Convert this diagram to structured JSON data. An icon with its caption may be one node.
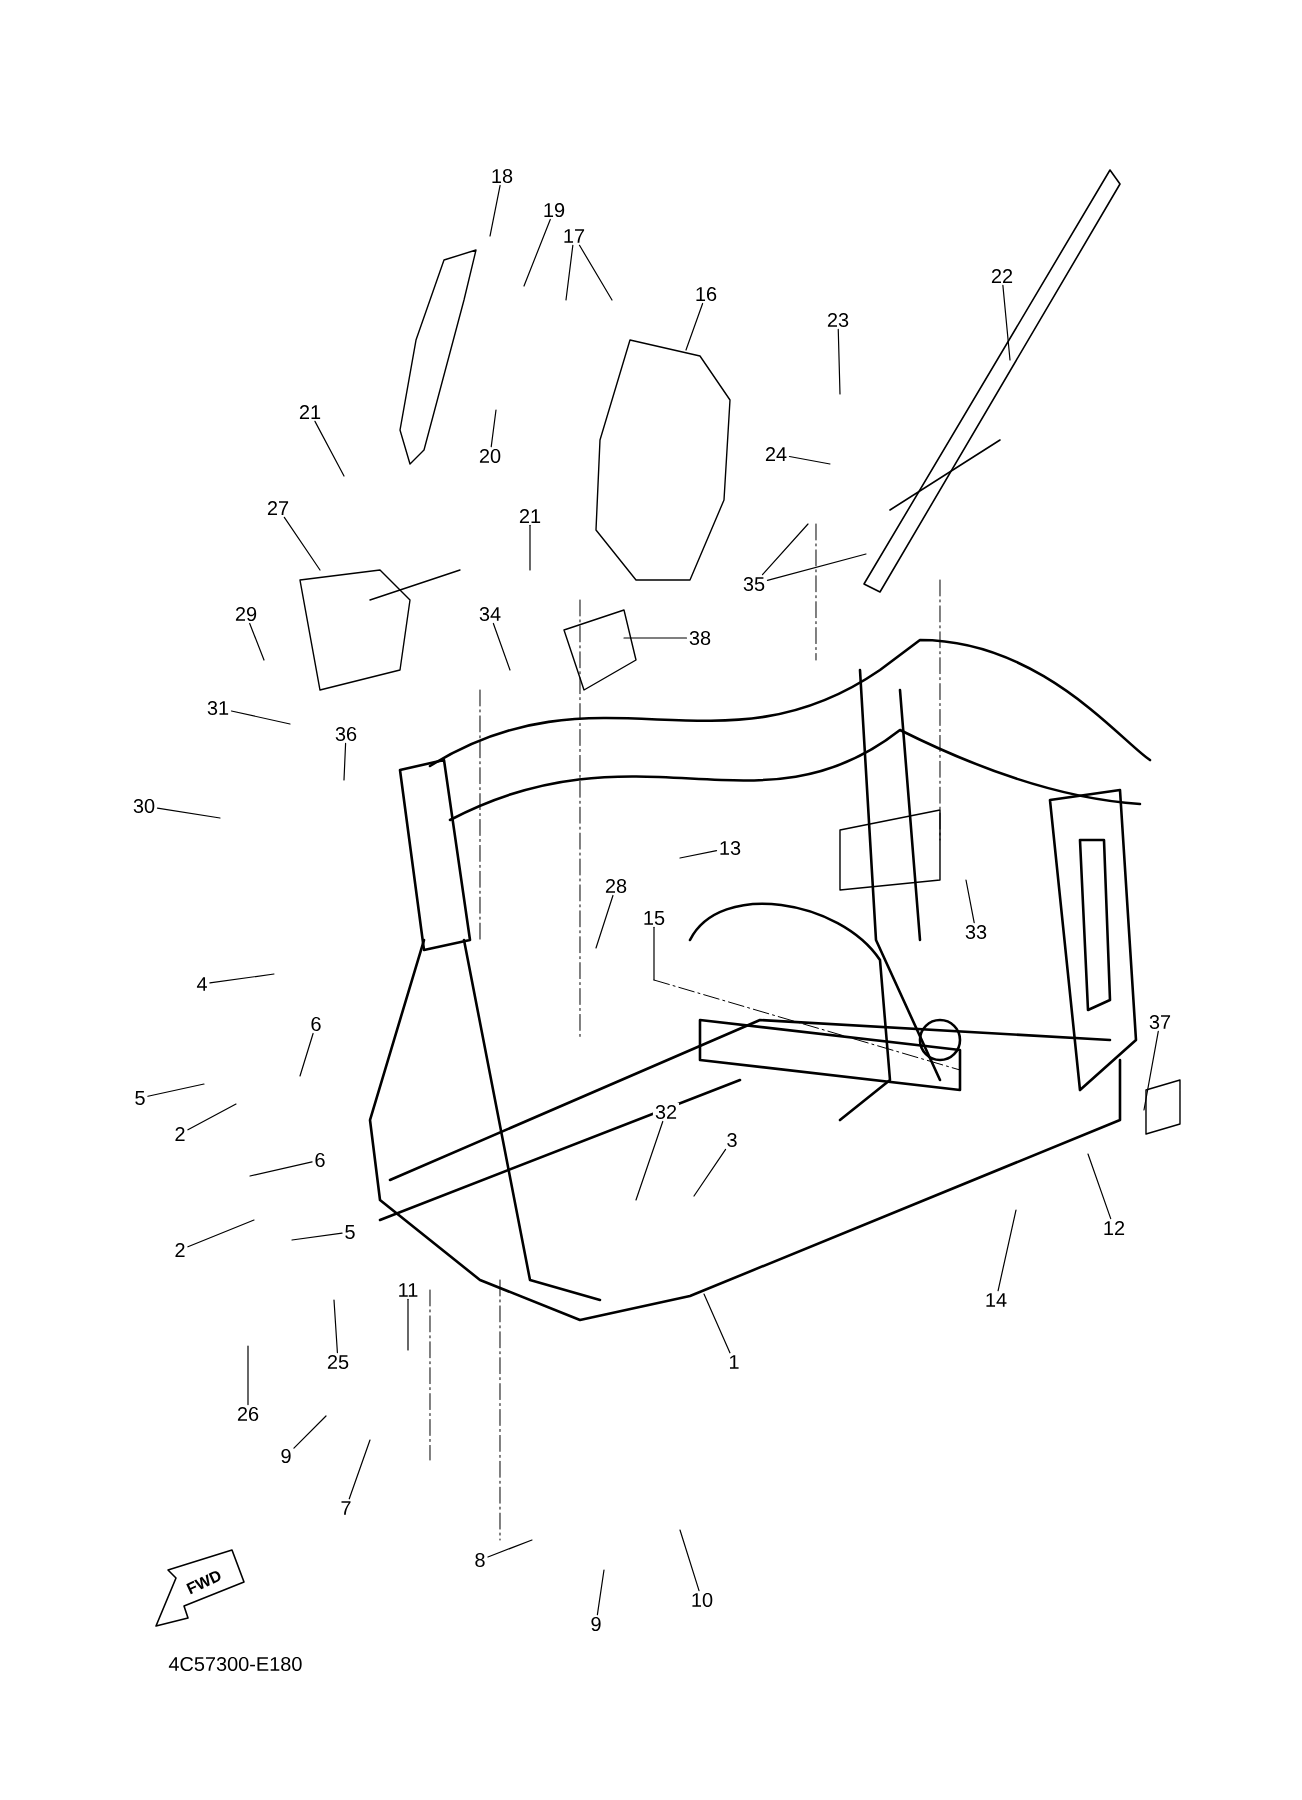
{
  "diagram": {
    "nodes": [
      {
        "text": [
          "18"
        ]
      },
      {
        "text": [
          "19"
        ]
      },
      {
        "text": [
          "17"
        ]
      },
      {
        "text": [
          "16"
        ]
      },
      {
        "text": [
          "22"
        ]
      },
      {
        "text": [
          "23"
        ]
      },
      {
        "text": [
          "21"
        ]
      },
      {
        "text": [
          "20"
        ]
      },
      {
        "text": [
          "24"
        ]
      },
      {
        "text": [
          "27"
        ]
      },
      {
        "text": [
          "21"
        ]
      },
      {
        "text": [
          "35"
        ]
      },
      {
        "text": [
          "29"
        ]
      },
      {
        "text": [
          "34"
        ]
      },
      {
        "text": [
          "38"
        ]
      },
      {
        "text": [
          "31"
        ]
      },
      {
        "text": [
          "36"
        ]
      },
      {
        "text": [
          "30"
        ]
      },
      {
        "text": [
          "13"
        ]
      },
      {
        "text": [
          "28"
        ]
      },
      {
        "text": [
          "33"
        ]
      },
      {
        "text": [
          "15"
        ]
      },
      {
        "text": [
          "4"
        ]
      },
      {
        "text": [
          "37"
        ]
      },
      {
        "text": [
          "6"
        ]
      },
      {
        "text": [
          "5"
        ]
      },
      {
        "text": [
          "2"
        ]
      },
      {
        "text": [
          "32"
        ]
      },
      {
        "text": [
          "3"
        ]
      },
      {
        "text": [
          "6"
        ]
      },
      {
        "text": [
          "12"
        ]
      },
      {
        "text": [
          "2"
        ]
      },
      {
        "text": [
          "5"
        ]
      },
      {
        "text": [
          "25"
        ]
      },
      {
        "text": [
          "11"
        ]
      },
      {
        "text": [
          "14"
        ]
      },
      {
        "text": [
          "1"
        ]
      },
      {
        "text": [
          "26"
        ]
      },
      {
        "text": [
          "9"
        ]
      },
      {
        "text": [
          "7"
        ]
      },
      {
        "text": [
          "8"
        ]
      },
      {
        "text": [
          "10"
        ]
      },
      {
        "text": [
          "9"
        ]
      },
      {
        "text": [
          "FWD"
        ]
      }
    ],
    "edges": [
      {
        "from": 0,
        "to": null,
        "arrow": "none"
      },
      {
        "from": 1,
        "to": null,
        "arrow": "none"
      },
      {
        "from": 2,
        "to": null,
        "arrow": "none"
      },
      {
        "from": 2,
        "to": null,
        "arrow": "none"
      },
      {
        "from": 3,
        "to": null,
        "arrow": "none"
      },
      {
        "from": 4,
        "to": null,
        "arrow": "none"
      },
      {
        "from": 5,
        "to": null,
        "arrow": "none"
      },
      {
        "from": 6,
        "to": null,
        "arrow": "none"
      },
      {
        "from": 7,
        "to": null,
        "arrow": "none"
      },
      {
        "from": 8,
        "to": null,
        "arrow": "none"
      },
      {
        "from": 9,
        "to": null,
        "arrow": "none"
      },
      {
        "from": 10,
        "to": null,
        "arrow": "none"
      },
      {
        "from": 11,
        "to": null,
        "arrow": "none"
      },
      {
        "from": 11,
        "to": null,
        "arrow": "none"
      },
      {
        "from": 12,
        "to": null,
        "arrow": "none"
      },
      {
        "from": 13,
        "to": null,
        "arrow": "none"
      },
      {
        "from": 14,
        "to": null,
        "arrow": "none"
      },
      {
        "from": 15,
        "to": null,
        "arrow": "none"
      },
      {
        "from": 16,
        "to": null,
        "arrow": "none"
      },
      {
        "from": 17,
        "to": null,
        "arrow": "none"
      },
      {
        "from": 18,
        "to": null,
        "arrow": "none"
      },
      {
        "from": 19,
        "to": null,
        "arrow": "none"
      },
      {
        "from": 20,
        "to": null,
        "arrow": "none"
      },
      {
        "from": 21,
        "to": null,
        "arrow": "none"
      },
      {
        "from": 22,
        "to": null,
        "arrow": "none"
      },
      {
        "from": 23,
        "to": null,
        "arrow": "none"
      },
      {
        "from": 24,
        "to": null,
        "arrow": "none"
      },
      {
        "from": 25,
        "to": null,
        "arrow": "none"
      },
      {
        "from": 26,
        "to": null,
        "arrow": "none"
      },
      {
        "from": 27,
        "to": null,
        "arrow": "none"
      },
      {
        "from": 28,
        "to": null,
        "arrow": "none"
      },
      {
        "from": 29,
        "to": null,
        "arrow": "none"
      },
      {
        "from": 30,
        "to": null,
        "arrow": "none"
      },
      {
        "from": 31,
        "to": null,
        "arrow": "none"
      },
      {
        "from": 32,
        "to": null,
        "arrow": "none"
      },
      {
        "from": 33,
        "to": null,
        "arrow": "none"
      },
      {
        "from": 34,
        "to": null,
        "arrow": "none"
      },
      {
        "from": 35,
        "to": null,
        "arrow": "none"
      },
      {
        "from": 36,
        "to": null,
        "arrow": "none"
      },
      {
        "from": 37,
        "to": null,
        "arrow": "none"
      },
      {
        "from": 38,
        "to": null,
        "arrow": "none"
      },
      {
        "from": 39,
        "to": null,
        "arrow": "none"
      },
      {
        "from": 40,
        "to": null,
        "arrow": "none"
      },
      {
        "from": 41,
        "to": null,
        "arrow": "none"
      },
      {
        "from": 42,
        "to": null,
        "arrow": "none"
      }
    ],
    "labels": [
      "4C57300-E180"
    ]
  }
}
